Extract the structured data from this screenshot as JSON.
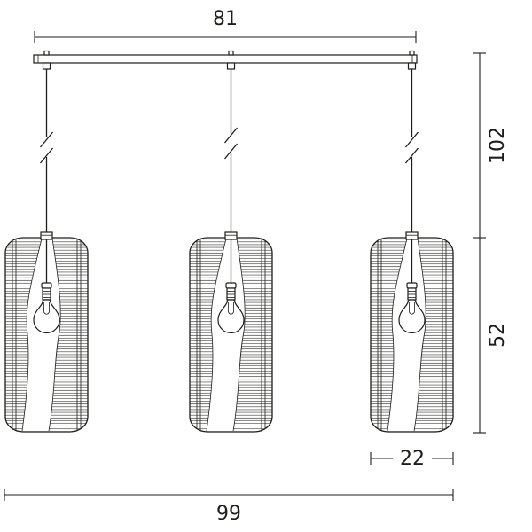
{
  "dimensions": {
    "bar_width": "81",
    "drop_height": "102",
    "shade_height": "52",
    "shade_width": "22",
    "total_width": "99"
  },
  "colors": {
    "line": "#1d1d1b",
    "background": "#ffffff"
  }
}
